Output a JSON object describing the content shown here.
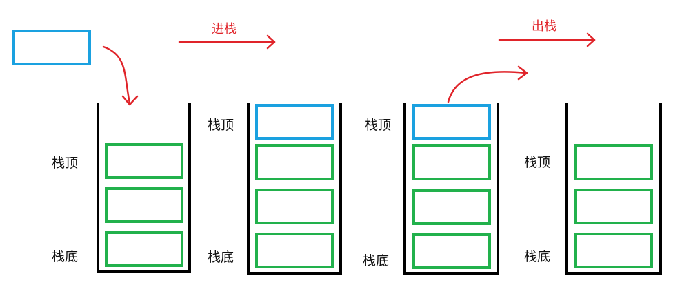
{
  "operations": {
    "push": {
      "label": "进栈"
    },
    "pop": {
      "label": "出栈"
    }
  },
  "stacks": [
    {
      "top_label": "栈顶",
      "bottom_label": "栈底",
      "element_count": 3
    },
    {
      "top_label": "栈顶",
      "bottom_label": "栈底",
      "element_count": 4
    },
    {
      "top_label": "栈顶",
      "bottom_label": "栈底",
      "element_count": 4
    },
    {
      "top_label": "栈顶",
      "bottom_label": "栈底",
      "element_count": 3
    }
  ],
  "colors": {
    "new_element": "#1aa1e0",
    "stored_element": "#22b14c",
    "arrow": "#e0242a",
    "wall": "#000000"
  }
}
